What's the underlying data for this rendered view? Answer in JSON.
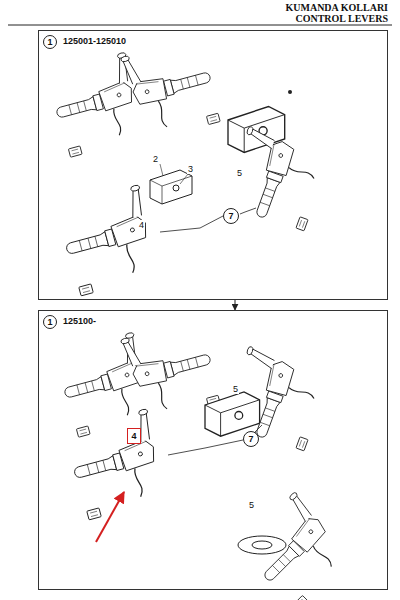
{
  "diagram": {
    "title": "KUMANDA KOLLARI",
    "nodes": [
      {
        "text": [
          "125001-125010"
        ]
      },
      {
        "text": [
          "1"
        ],
        "in": 0
      },
      {
        "text": [
          "7"
        ],
        "in": 0
      },
      {
        "text": [
          "125100-"
        ]
      },
      {
        "text": [
          "1"
        ],
        "in": 3
      },
      {
        "text": [
          "7"
        ],
        "in": 3
      },
      {
        "text": [
          "4"
        ],
        "in": 3
      }
    ],
    "edges": [
      {
        "from": 0,
        "to": 3,
        "arrow": "to"
      }
    ],
    "labels": [
      "CONTROL LEVERS",
      "2",
      "3",
      "5",
      "4",
      "5",
      "5"
    ]
  }
}
